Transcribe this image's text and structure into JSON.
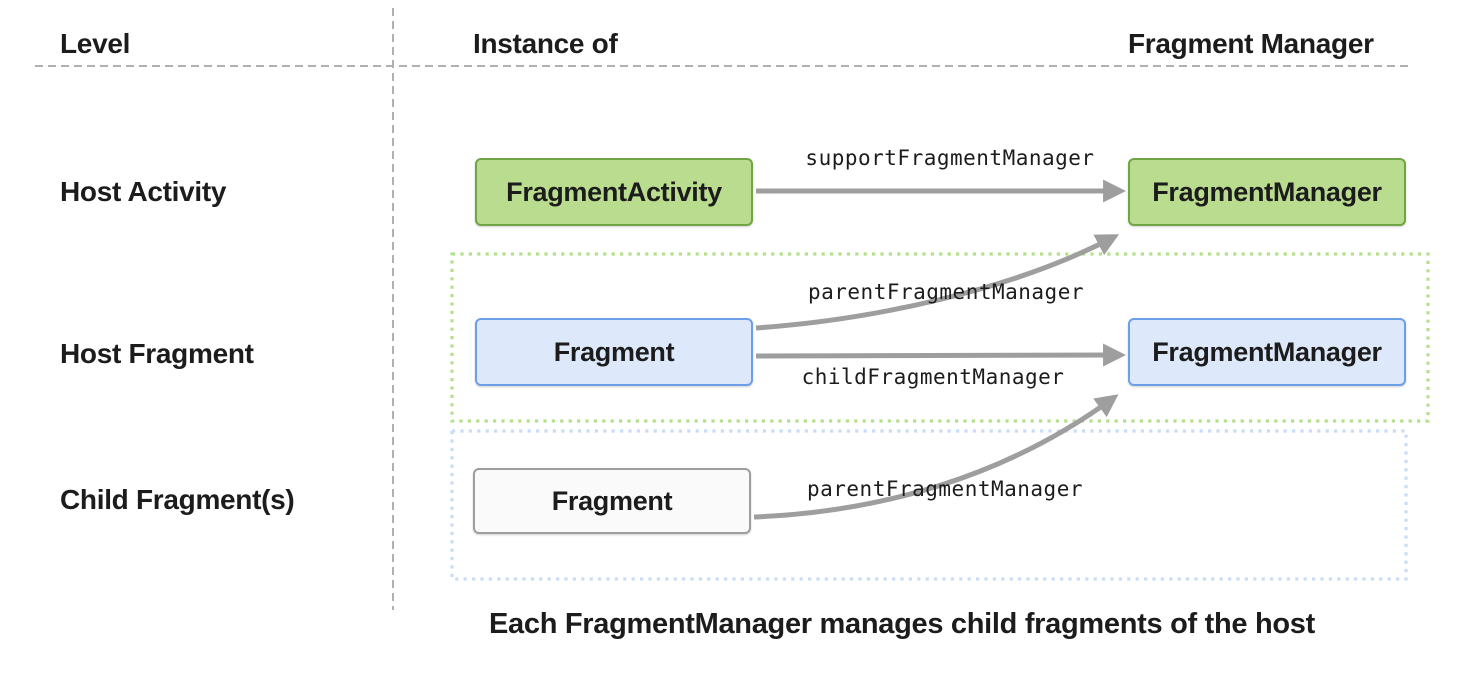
{
  "headers": {
    "level": "Level",
    "instance_of": "Instance of",
    "fragment_manager": "Fragment Manager"
  },
  "row_labels": {
    "host_activity": "Host Activity",
    "host_fragment": "Host Fragment",
    "child_fragments": "Child Fragment(s)"
  },
  "boxes": {
    "host_activity_instance": "FragmentActivity",
    "host_activity_manager": "FragmentManager",
    "host_fragment_instance": "Fragment",
    "host_fragment_manager": "FragmentManager",
    "child_fragment_instance": "Fragment"
  },
  "arrow_labels": {
    "support_fragment_manager": "supportFragmentManager",
    "parent_fragment_manager_host": "parentFragmentManager",
    "child_fragment_manager": "childFragmentManager",
    "parent_fragment_manager_child": "parentFragmentManager"
  },
  "caption": "Each FragmentManager manages child fragments of the host",
  "colors": {
    "green_fill": "#b9dc8e",
    "green_border": "#6fa643",
    "blue_fill": "#dde9fa",
    "blue_border": "#6d9ee8",
    "neutral_fill": "#fafafa",
    "neutral_border": "#9e9e9e",
    "green_dotted_border": "#b5e08c",
    "blue_dotted_border": "#c9ddf7",
    "arrow_gray": "#9e9e9e",
    "dashed_line_gray": "#b0b0b0",
    "text_black": "#1c1c1c"
  }
}
